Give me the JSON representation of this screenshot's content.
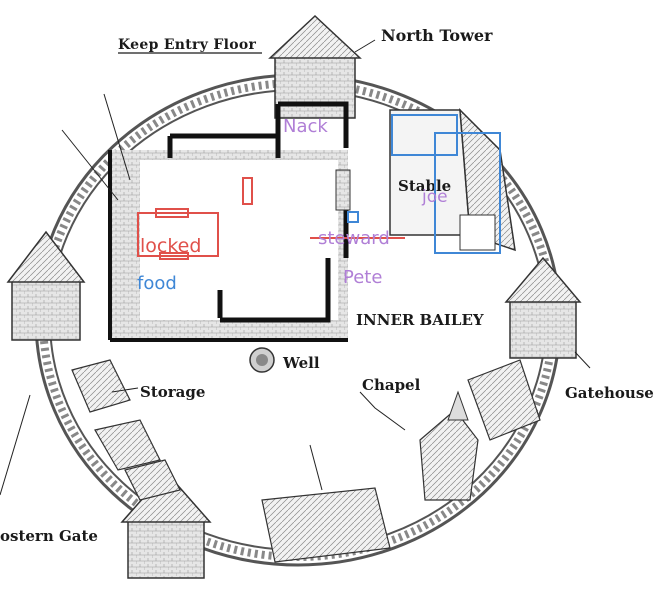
{
  "map": {
    "title": "Keep Entry Floor",
    "labels": {
      "north_tower": "North Tower",
      "stable": "Stable",
      "inner_bailey": "INNER BAILEY",
      "well": "Well",
      "chapel": "Chapel",
      "storage": "Storage",
      "gatehouse": "Gatehouse",
      "postern_gate": "ostern Gate"
    },
    "annotations": {
      "nack": "Nack",
      "joe": "joe",
      "steward": "steward",
      "pete": "Pete",
      "locked": "locked",
      "food": "food"
    },
    "colors": {
      "ink": "#1a1a1a",
      "wall_fill": "#d9d9d9",
      "purple": "#b07fd6",
      "red": "#e0504a",
      "blue": "#3f87d6"
    }
  }
}
